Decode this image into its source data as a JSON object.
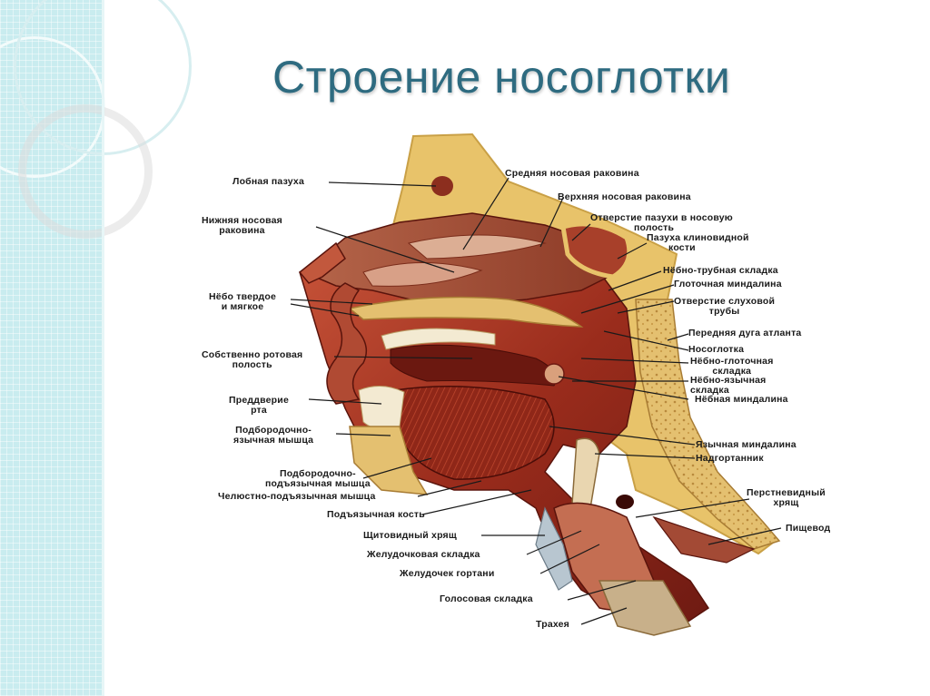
{
  "slide": {
    "title": "Строение носоглотки"
  },
  "labels": {
    "frontal_sinus": "Лобная пазуха",
    "middle_concha": "Средняя носовая раковина",
    "inferior_concha_1": "Нижняя носовая",
    "inferior_concha_2": "раковина",
    "superior_concha": "Верхняя носовая раковина",
    "sinus_opening_1": "Отверстие пазухи в носовую",
    "sinus_opening_2": "полость",
    "sphenoid_sinus_1": "Пазуха клиновидной",
    "sphenoid_sinus_2": "кости",
    "salpingopalatine_fold": "Нёбно-трубная складка",
    "palate_1": "Нёбо твердое",
    "palate_2": "и мягкое",
    "pharyngeal_tonsil": "Глоточная миндалина",
    "tube_opening_1": "Отверстие слуховой",
    "tube_opening_2": "трубы",
    "atlas_arch": "Передняя дуга атланта",
    "oral_cavity_1": "Собственно ротовая",
    "oral_cavity_2": "полость",
    "nasopharynx": "Носоглотка",
    "palatopharyngeal_fold_1": "Нёбно-глоточная",
    "palatopharyngeal_fold_2": "складка",
    "palatoglossal_fold_1": "Нёбно-язычная",
    "palatoglossal_fold_2": "складка",
    "vestibule_1": "Преддверие",
    "vestibule_2": "рта",
    "palatine_tonsil": "Нёбная миндалина",
    "genioglossus_1": "Подбородочно-",
    "genioglossus_2": "язычная мышца",
    "lingual_tonsil": "Язычная миндалина",
    "epiglottis": "Надгортанник",
    "geniohyoid_1": "Подбородочно-",
    "geniohyoid_2": "подъязычная мышца",
    "mylohyoid": "Челюстно-подъязычная мышца",
    "cricoid_1": "Перстневидный",
    "cricoid_2": "хрящ",
    "hyoid": "Подъязычная кость",
    "esophagus": "Пищевод",
    "thyroid_cartilage": "Щитовидный хрящ",
    "ventricular_fold": "Желудочковая складка",
    "laryngeal_ventricle": "Желудочек гортани",
    "vocal_fold": "Голосовая складка",
    "trachea": "Трахея"
  },
  "colors": {
    "title": "#2e6b80",
    "sidebar": "#c9ecef",
    "tissue_dark": "#7a1f15",
    "tissue_mid": "#b0402a",
    "bone": "#e8c36a",
    "mucosa": "#d89a7a"
  }
}
